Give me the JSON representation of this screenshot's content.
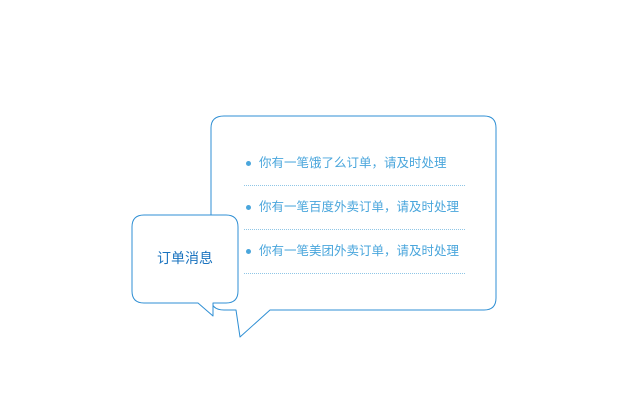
{
  "colors": {
    "border": "#2f8fd4",
    "item_text": "#4aa6dc",
    "label_text": "#1a73bf",
    "divider": "#8fc6e6"
  },
  "small_bubble": {
    "label": "订单消息"
  },
  "notifications": [
    {
      "text": "你有一笔饿了么订单，请及时处理"
    },
    {
      "text": "你有一笔百度外卖订单，请及时处理"
    },
    {
      "text": "你有一笔美团外卖订单，请及时处理"
    }
  ]
}
